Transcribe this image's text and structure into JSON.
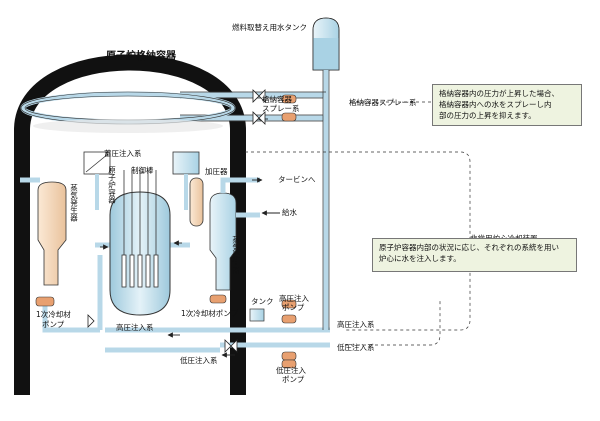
{
  "containment_title": "原子炉格納容器",
  "labels": {
    "fuel_tank": "燃料取替え用水タンク",
    "spray_pump_1": "格納容器",
    "spray_pump_2": "スプレー系",
    "spray_system": "格納容器スプレー系",
    "accumulator": "蓄圧注入系",
    "pressurizer": "加圧器",
    "control_rod": "制御棒",
    "reactor_vessel": "原子炉容器",
    "steam_gen_left": "蒸気発生器",
    "steam_gen_right": "蒸気発生器",
    "to_turbine": "タービンへ",
    "feedwater": "給水",
    "eccs": "非常用炉心冷却装置",
    "pump_left_1": "1次冷却材",
    "pump_left_2": "ポンプ",
    "pump_center": "1次冷却材ポンプ",
    "hp_injection_inner": "高圧注入系",
    "tank": "タンク",
    "hp_pump_1": "高圧注入",
    "hp_pump_2": "ポンプ",
    "hp_injection": "高圧注入系",
    "lp_injection_inner": "低圧注入系",
    "lp_injection": "低圧注入系",
    "lp_pump_1": "低圧注入",
    "lp_pump_2": "ポンプ"
  },
  "notes": {
    "spray_note": [
      "格納容器内の圧力が上昇した場合、",
      "格納容器内への水をスプレーし内",
      "部の圧力の上昇を抑えます。"
    ],
    "eccs_note": [
      "原子炉容器内部の状況に応じ、それぞれの系統を用い",
      "炉心に水を注入します。"
    ]
  },
  "colors": {
    "pipe": "#b8d8e8",
    "water": "#cde6f0",
    "steam_gen": "#f6d8b8",
    "pump": "#e8a070",
    "containment": "#111111",
    "note_bg": "#eef3e0"
  }
}
